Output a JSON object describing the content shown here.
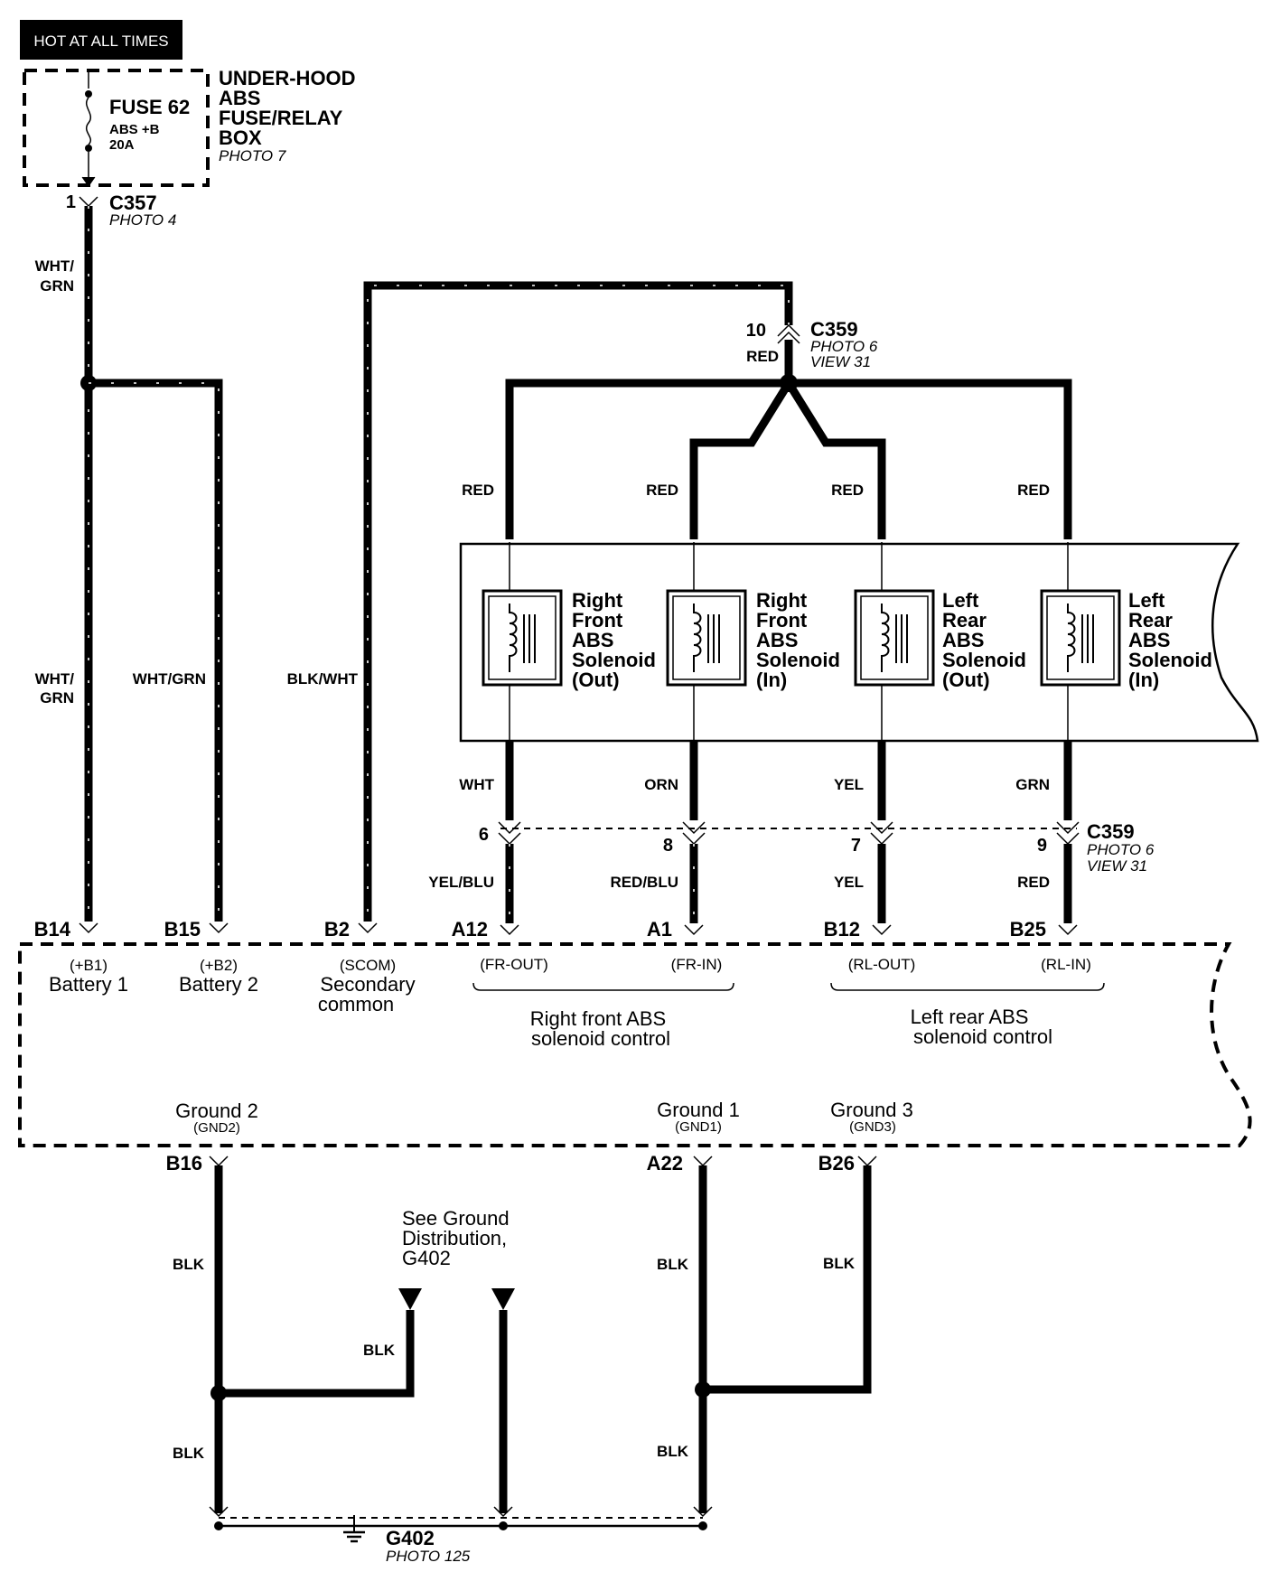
{
  "header": {
    "hot_label": "HOT AT ALL TIMES"
  },
  "fuse_box": {
    "title_lines": [
      "UNDER-HOOD",
      "ABS",
      "FUSE/RELAY",
      "BOX"
    ],
    "photo": "PHOTO 7",
    "fuse_name": "FUSE 62",
    "fuse_circuit": "ABS +B",
    "fuse_rating": "20A"
  },
  "connector_c357": {
    "pin": "1",
    "name": "C357",
    "photo": "PHOTO 4"
  },
  "connector_c359_top": {
    "pin": "10",
    "name": "C359",
    "wire": "RED",
    "photo": "PHOTO 6",
    "view": "VIEW 31"
  },
  "connector_c359_mid": {
    "name": "C359",
    "photo": "PHOTO 6",
    "view": "VIEW 31"
  },
  "wire_labels": {
    "wht_grn_top": [
      "WHT/",
      "GRN"
    ],
    "wht_grn_left": [
      "WHT/",
      "GRN"
    ],
    "wht_grn_b15": "WHT/GRN",
    "blk_wht": "BLK/WHT",
    "red": "RED",
    "blk": "BLK"
  },
  "solenoids": [
    {
      "lines": [
        "Right",
        "Front",
        "ABS",
        "Solenoid",
        "(Out)"
      ],
      "out_wire": "WHT",
      "pin": "6",
      "harness_wire": "YEL/BLU",
      "ecu_pin": "A12"
    },
    {
      "lines": [
        "Right",
        "Front",
        "ABS",
        "Solenoid",
        "(In)"
      ],
      "out_wire": "ORN",
      "pin": "8",
      "harness_wire": "RED/BLU",
      "ecu_pin": "A1"
    },
    {
      "lines": [
        "Left",
        "Rear",
        "ABS",
        "Solenoid",
        "(Out)"
      ],
      "out_wire": "YEL",
      "pin": "7",
      "harness_wire": "YEL",
      "ecu_pin": "B12"
    },
    {
      "lines": [
        "Left",
        "Rear",
        "ABS",
        "Solenoid",
        "(In)"
      ],
      "out_wire": "GRN",
      "pin": "9",
      "harness_wire": "RED",
      "ecu_pin": "B25"
    }
  ],
  "ecu": {
    "pins": [
      {
        "pin": "B14",
        "code": "(+B1)",
        "name": [
          "Battery 1"
        ]
      },
      {
        "pin": "B15",
        "code": "(+B2)",
        "name": [
          "Battery 2"
        ]
      },
      {
        "pin": "B2",
        "code": "(SCOM)",
        "name": [
          "Secondary",
          "common"
        ]
      }
    ],
    "signal_codes": [
      "(FR-OUT)",
      "(FR-IN)",
      "(RL-OUT)",
      "(RL-IN)"
    ],
    "groups": [
      {
        "lines": [
          "Right front ABS",
          "solenoid control"
        ]
      },
      {
        "lines": [
          "Left rear ABS",
          "solenoid control"
        ]
      }
    ],
    "grounds": [
      {
        "name": "Ground 2",
        "code": "(GND2)",
        "pin": "B16"
      },
      {
        "name": "Ground 1",
        "code": "(GND1)",
        "pin": "A22"
      },
      {
        "name": "Ground 3",
        "code": "(GND3)",
        "pin": "B26"
      }
    ]
  },
  "ground_note": [
    "See Ground",
    "Distribution,",
    "G402"
  ],
  "ground_point": {
    "name": "G402",
    "photo": "PHOTO 125"
  }
}
